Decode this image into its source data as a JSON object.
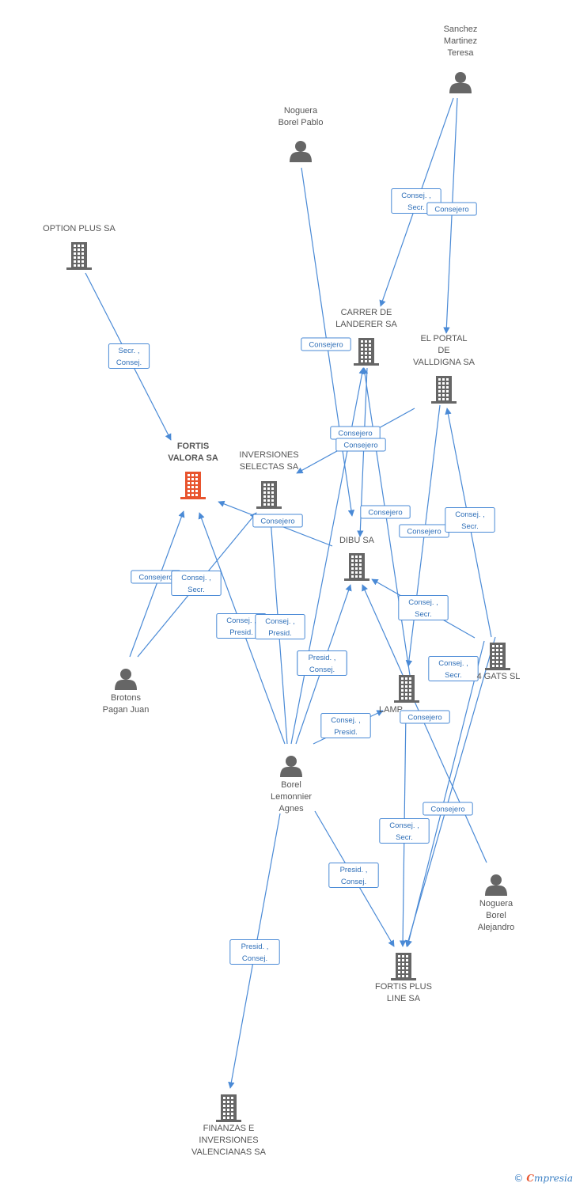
{
  "colors": {
    "edge": "#4a8ad6",
    "icon": "#666666",
    "main_icon": "#e8542e"
  },
  "nodes": [
    {
      "id": "fortis_valora",
      "type": "company",
      "main": true,
      "label": [
        "FORTIS",
        "VALORA SA"
      ]
    },
    {
      "id": "option_plus",
      "type": "company",
      "label": [
        "OPTION PLUS SA"
      ]
    },
    {
      "id": "inversiones_selectas",
      "type": "company",
      "label": [
        "INVERSIONES",
        "SELECTAS SA"
      ]
    },
    {
      "id": "carrer_landerer",
      "type": "company",
      "label": [
        "CARRER DE",
        "LANDERER SA"
      ]
    },
    {
      "id": "el_portal",
      "type": "company",
      "label": [
        "EL PORTAL",
        "DE",
        "VALLDIGNA SA"
      ]
    },
    {
      "id": "dibu",
      "type": "company",
      "label": [
        "DIBU SA"
      ]
    },
    {
      "id": "lamp",
      "type": "company",
      "label": [
        "LAMP"
      ]
    },
    {
      "id": "gats",
      "type": "company",
      "label": [
        "4 GATS SL"
      ]
    },
    {
      "id": "fortis_plus_line",
      "type": "company",
      "label": [
        "FORTIS PLUS",
        "LINE SA"
      ]
    },
    {
      "id": "finanzas",
      "type": "company",
      "label": [
        "FINANZAS E",
        "INVERSIONES",
        "VALENCIANAS SA"
      ]
    },
    {
      "id": "sanchez",
      "type": "person",
      "label": [
        "Sanchez",
        "Martinez",
        "Teresa"
      ]
    },
    {
      "id": "noguera_pablo",
      "type": "person",
      "label": [
        "Noguera",
        "Borel Pablo"
      ]
    },
    {
      "id": "brotons",
      "type": "person",
      "label": [
        "Brotons",
        "Pagan Juan"
      ]
    },
    {
      "id": "borel_agnes",
      "type": "person",
      "label": [
        "Borel",
        "Lemonnier",
        "Agnes"
      ]
    },
    {
      "id": "noguera_alejandro",
      "type": "person",
      "label": [
        "Noguera",
        "Borel",
        "Alejandro"
      ]
    }
  ],
  "edges": [
    {
      "from": "option_plus",
      "to": "fortis_valora",
      "label": [
        "Secr. ,",
        "Consej."
      ]
    },
    {
      "from": "sanchez",
      "to": "carrer_landerer",
      "label": [
        "Consej. ,",
        "Secr."
      ]
    },
    {
      "from": "sanchez",
      "to": "el_portal",
      "label": [
        "Consejero"
      ]
    },
    {
      "from": "noguera_pablo",
      "to": "dibu",
      "label": [
        "Consejero"
      ]
    },
    {
      "from": "el_portal",
      "to": "inversiones_selectas",
      "label": [
        "Consejero"
      ]
    },
    {
      "from": "lamp",
      "to": "carrer_landerer",
      "label": [
        "Consejero"
      ]
    },
    {
      "from": "dibu",
      "to": "fortis_valora",
      "label": [
        "Consejero"
      ]
    },
    {
      "from": "carrer_landerer",
      "to": "dibu",
      "label": [
        "Consejero"
      ]
    },
    {
      "from": "el_portal",
      "to": "lamp",
      "label": [
        "Consejero"
      ]
    },
    {
      "from": "gats",
      "to": "el_portal",
      "label": [
        "Consej. ,",
        "Secr."
      ]
    },
    {
      "from": "gats",
      "to": "dibu",
      "label": [
        "Consej. ,",
        "Secr."
      ]
    },
    {
      "from": "brotons",
      "to": "fortis_valora",
      "label": [
        "Consejero"
      ]
    },
    {
      "from": "brotons",
      "to": "inversiones_selectas",
      "label": [
        "Consej. ,",
        "Secr."
      ]
    },
    {
      "from": "borel_agnes",
      "to": "fortis_valora",
      "label": [
        "Consej. ,",
        "Presid."
      ]
    },
    {
      "from": "borel_agnes",
      "to": "inversiones_selectas",
      "label": [
        "Consej. ,",
        "Presid."
      ]
    },
    {
      "from": "borel_agnes",
      "to": "carrer_landerer",
      "label": [
        "Presid. ,",
        "Consej."
      ]
    },
    {
      "from": "borel_agnes",
      "to": "dibu",
      "label": [
        "Presid. ,",
        "Consej."
      ]
    },
    {
      "from": "borel_agnes",
      "to": "lamp",
      "label": [
        "Consej. ,",
        "Presid."
      ]
    },
    {
      "from": "gats",
      "to": "fortis_plus_line",
      "label": [
        "Consej. ,",
        "Secr."
      ]
    },
    {
      "from": "noguera_alejandro",
      "to": "dibu",
      "label": [
        "Consejero"
      ]
    },
    {
      "from": "gats",
      "to": "fortis_plus_line",
      "label": [
        "Consejero"
      ]
    },
    {
      "from": "lamp",
      "to": "fortis_plus_line",
      "label": [
        "Consej. ,",
        "Secr."
      ]
    },
    {
      "from": "borel_agnes",
      "to": "fortis_plus_line",
      "label": [
        "Presid. ,",
        "Consej."
      ]
    },
    {
      "from": "borel_agnes",
      "to": "finanzas",
      "label": [
        "Presid. ,",
        "Consej."
      ]
    }
  ],
  "brand": {
    "copyright": "©",
    "initial": "C",
    "name": "mpresia"
  }
}
